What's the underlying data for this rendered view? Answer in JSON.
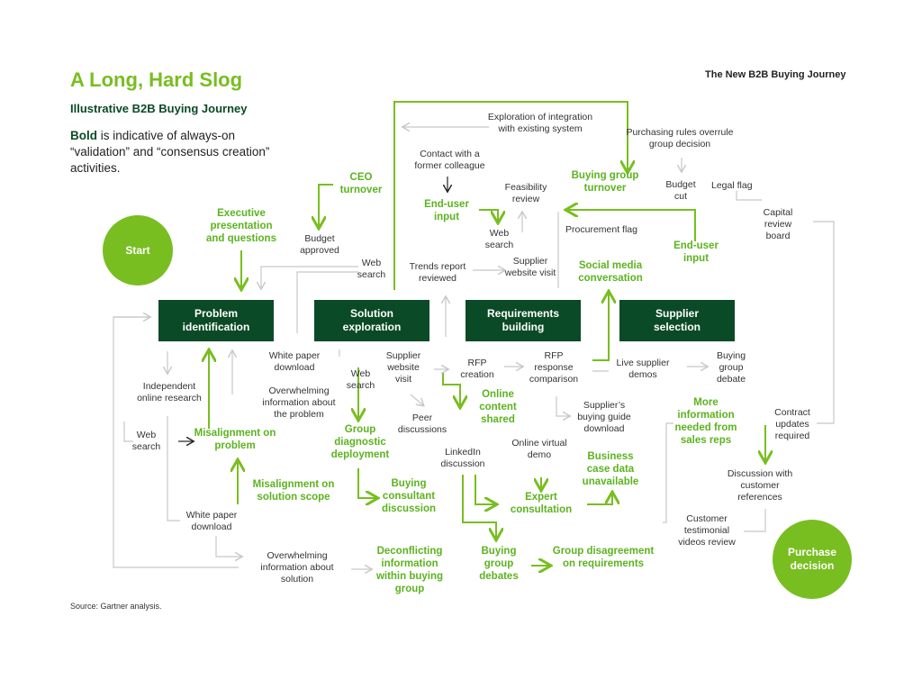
{
  "header": {
    "title": "A Long, Hard Slog",
    "subtitle": "Illustrative B2B Buying Journey",
    "note_bold": "Bold",
    "note_rest": " is indicative of always-on “validation” and “consensus creation” activities.",
    "brand": "The New B2B Buying Journey"
  },
  "source": "Source: Gartner analysis.",
  "start": "Start",
  "end": "Purchase decision",
  "stages": {
    "problem": "Problem identification",
    "solution": "Solution exploration",
    "requirements": "Requirements building",
    "supplier": "Supplier selection"
  },
  "activities": {
    "exploration_integration": "Exploration of integration with existing system",
    "contact_colleague": "Contact with a former colleague",
    "feasibility_review": "Feasibility review",
    "web_search_1": "Web search",
    "budget_approved": "Budget approved",
    "web_search_2": "Web search",
    "trends_report": "Trends report reviewed",
    "supplier_site_1": "Supplier website visit",
    "procurement_flag": "Procurement flag",
    "purchasing_rules": "Purchasing rules overrule group decision",
    "budget_cut": "Budget cut",
    "legal_flag": "Legal flag",
    "capital_review": "Capital review board",
    "white_paper_1": "White paper download",
    "supplier_site_2": "Supplier website visit",
    "web_search_3": "Web search",
    "rfp_creation": "RFP creation",
    "rfp_response": "RFP response comparison",
    "live_demos": "Live supplier demos",
    "buying_group_debate": "Buying group debate",
    "independent_research": "Independent online research",
    "overwhelming_problem": "Overwhelming information about the problem",
    "web_search_4": "Web search",
    "peer_discussions": "Peer discussions",
    "linkedin": "LinkedIn discussion",
    "online_demo": "Online virtual demo",
    "buying_guide": "Supplier’s buying guide download",
    "contract_updates": "Contract updates required",
    "customer_refs": "Discussion with customer references",
    "testimonial_videos": "Customer testimonial videos review",
    "white_paper_2": "White paper download",
    "overwhelming_solution": "Overwhelming information about solution"
  },
  "validation": {
    "ceo_turnover": "CEO turnover",
    "exec_presentation": "Executive presentation and questions",
    "end_user_input_1": "End-user input",
    "buying_group_turnover": "Buying group turnover",
    "end_user_input_2": "End-user input",
    "social_media": "Social media conversation",
    "online_content": "Online content shared",
    "misalignment_problem": "Misalignment on problem",
    "group_diagnostic": "Group diagnostic deployment",
    "more_info_reps": "More information needed from sales reps",
    "misalignment_scope": "Misalignment on solution scope",
    "buying_consultant": "Buying consultant discussion",
    "expert_consultation": "Expert consultation",
    "business_case": "Business case data unavailable",
    "deconflicting": "Deconflicting information within buying group",
    "buying_group_debates": "Buying group debates",
    "group_disagreement": "Group disagreement on requirements"
  },
  "colors": {
    "green": "#78be20",
    "dark_green": "#0b4a26",
    "gray_line": "#c8c8c8"
  }
}
